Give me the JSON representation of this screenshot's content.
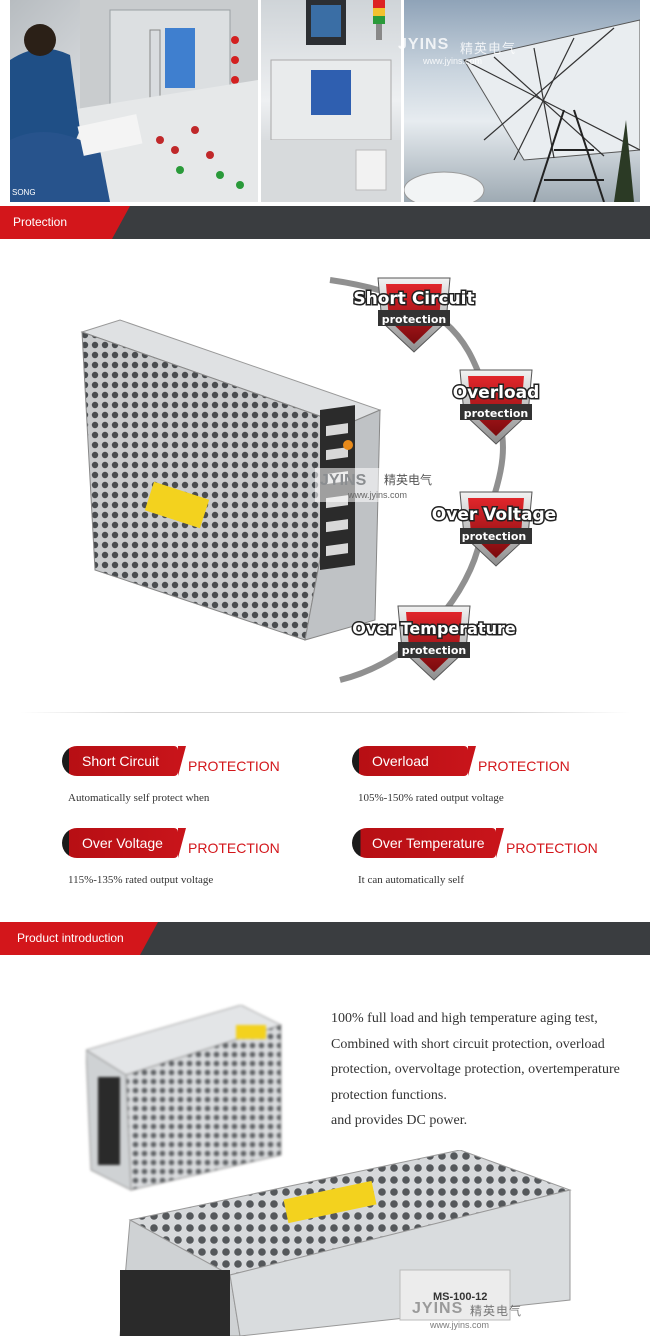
{
  "photo_strip": {
    "credit": "SONG",
    "watermark": "JYINS",
    "watermark_cn": "精英电气",
    "watermark_url": "www.jyins.com"
  },
  "section_protection": {
    "title": "Protection function"
  },
  "illustration": {
    "badges": [
      {
        "title": "Short Circuit",
        "sub": "protection"
      },
      {
        "title": "Overload",
        "sub": "protection"
      },
      {
        "title": "Over Voltage",
        "sub": "protection"
      },
      {
        "title": "Over Temperature",
        "sub": "protection"
      }
    ],
    "watermark": "JYINS",
    "watermark_cn": "精英电气",
    "watermark_url": "www.jyins.com"
  },
  "protections": [
    {
      "label": "Short Circuit",
      "word": "PROTECTION",
      "desc": "Automatically self protect when"
    },
    {
      "label": "Overload",
      "word": "PROTECTION",
      "desc": "105%-150% rated output voltage"
    },
    {
      "label": "Over Voltage",
      "word": "PROTECTION",
      "desc": "115%-135% rated output voltage"
    },
    {
      "label": "Over Temperature",
      "word": "PROTECTION",
      "desc": "It can automatically self"
    }
  ],
  "section_product": {
    "title": "Product introduction"
  },
  "intro": {
    "lines": [
      "100% full load and high temperature aging test,",
      "Combined with short circuit protection, overload protection, overvoltage protection, overtemperature protection functions.",
      "and provides DC power."
    ]
  },
  "product_image": {
    "model": "MS-100-12",
    "watermark": "JYINS",
    "watermark_cn": "精英电气",
    "watermark_url": "www.jyins.com"
  },
  "colors": {
    "accent": "#d3161b",
    "bar": "#3a3d40"
  }
}
